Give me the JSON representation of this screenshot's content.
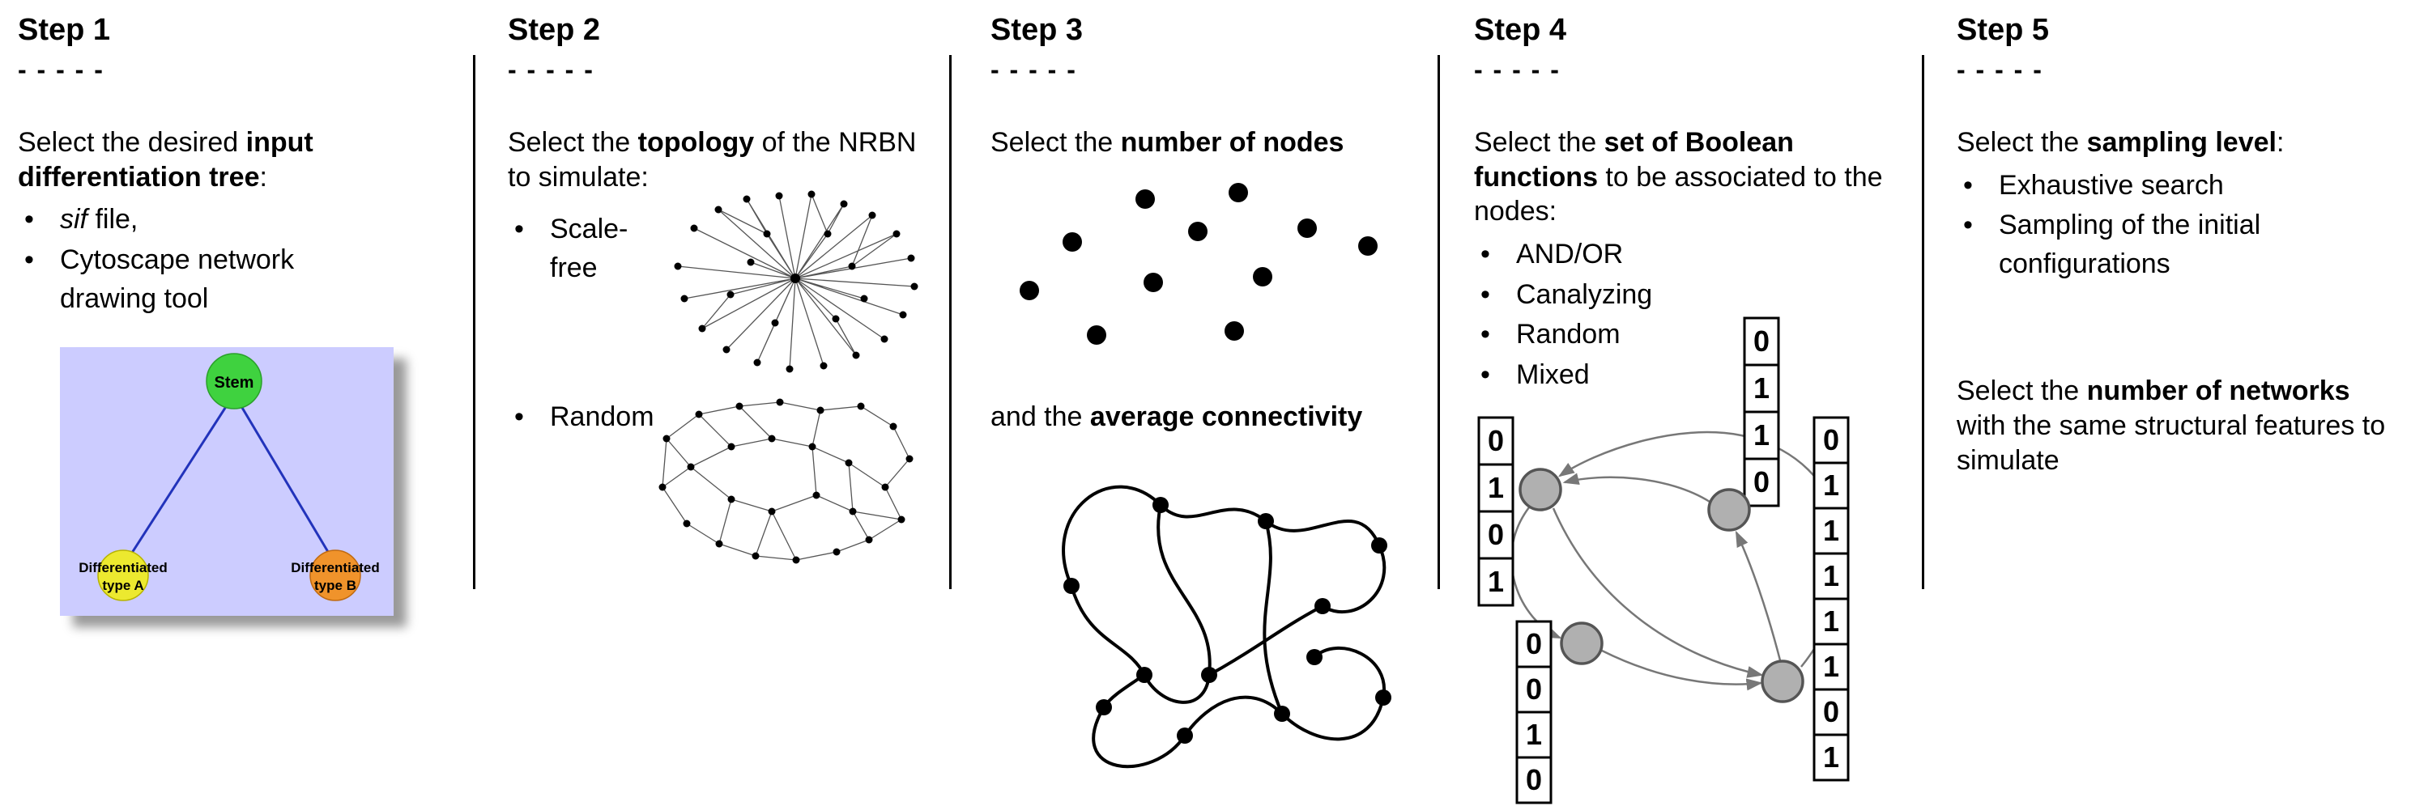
{
  "figure": {
    "background": "#ffffff",
    "divider_color": "#000000"
  },
  "steps": [
    {
      "title": "Step 1",
      "dashes": "- - - - -",
      "instruction": {
        "pre": "Select the desired ",
        "bold": "input differentiation tree",
        "post": ":"
      },
      "bullets": [
        {
          "italic": "sif",
          "text": " file,"
        },
        {
          "text": "Cytoscape network drawing tool"
        }
      ],
      "tree": {
        "background": "#ccccff",
        "edge_color": "#2233bb",
        "stem_label": "Stem",
        "stem_color": "#3fd23f",
        "node_a_line1": "Differentiated",
        "node_a_line2": "type A",
        "node_a_color": "#ece92f",
        "node_b_line1": "Differentiated",
        "node_b_line2": "type B",
        "node_b_color": "#f0932b"
      }
    },
    {
      "title": "Step 2",
      "dashes": "- - - - -",
      "instruction": {
        "pre": "Select the ",
        "bold": "topology",
        "post": " of the NRBN to simulate:"
      },
      "bullets": [
        {
          "text": "Scale-free"
        },
        {
          "text": "Random"
        }
      ]
    },
    {
      "title": "Step 3",
      "dashes": "- - - - -",
      "instruction": {
        "pre": "Select the ",
        "bold": "number of nodes",
        "post": ""
      },
      "instruction2": {
        "pre": "and the ",
        "bold": "average connectivity",
        "post": ""
      }
    },
    {
      "title": "Step 4",
      "dashes": "- - - - -",
      "instruction": {
        "pre": "Select the ",
        "bold": "set of Boolean functions",
        "post": " to be associated to the nodes:"
      },
      "bullets": [
        {
          "text": "AND/OR"
        },
        {
          "text": "Canalyzing"
        },
        {
          "text": "Random"
        },
        {
          "text": "Mixed"
        }
      ],
      "boolean_tables": {
        "top": [
          "0",
          "1",
          "1",
          "0"
        ],
        "left": [
          "0",
          "1",
          "0",
          "1"
        ],
        "bottom_left": [
          "0",
          "0",
          "1",
          "0"
        ],
        "right": [
          "0",
          "1",
          "1",
          "1",
          "1",
          "1",
          "0",
          "1"
        ]
      }
    },
    {
      "title": "Step 5",
      "dashes": "- - - - -",
      "instruction": {
        "pre": "Select the ",
        "bold": "sampling level",
        "post": ":"
      },
      "bullets": [
        {
          "text": "Exhaustive search"
        },
        {
          "text": "Sampling of the initial configurations"
        }
      ],
      "instruction2": {
        "pre": "Select the ",
        "bold": "number of networks",
        "post": " with the same structural features to simulate"
      }
    }
  ]
}
